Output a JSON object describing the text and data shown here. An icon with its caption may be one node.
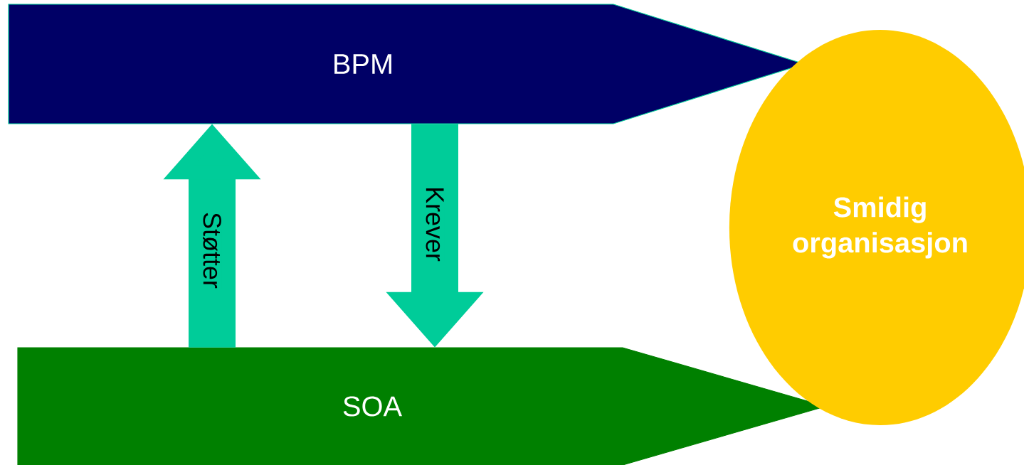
{
  "diagram": {
    "nodes": [
      {
        "text": [
          "BPM"
        ]
      },
      {
        "text": [
          "SOA"
        ]
      },
      {
        "text": [
          "Smidig organisasjon"
        ]
      }
    ],
    "edges": [
      {
        "from": 1,
        "to": 0,
        "arrow": "to",
        "label": "Støtter"
      },
      {
        "from": 0,
        "to": 1,
        "arrow": "to",
        "label": "Krever"
      }
    ]
  }
}
